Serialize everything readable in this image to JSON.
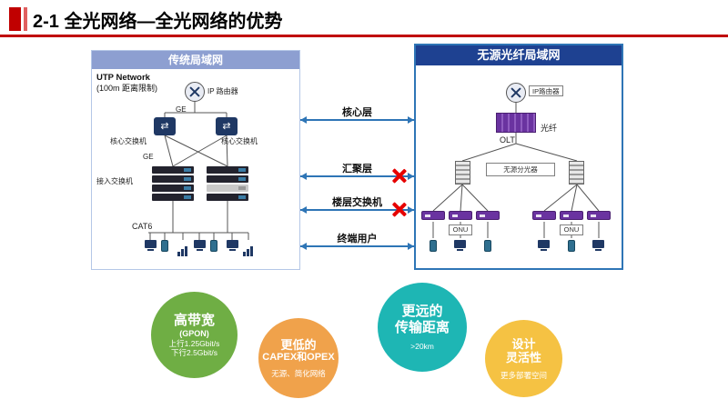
{
  "header": {
    "title": "2-1 全光网络—全光网络的优势"
  },
  "traditional_lan": {
    "header": "传统局域网",
    "utp_line1": "UTP Network",
    "utp_line2": "(100m 距离限制)",
    "router_label": "IP 路由器",
    "ge_top": "GE",
    "core_switch_left": "核心交换机",
    "core_switch_right": "核心交换机",
    "ge_mid": "GE",
    "access_switch": "接入交换机",
    "cable": "CAT6"
  },
  "pol_lan": {
    "header": "无源光纤局域网",
    "router_label": "IP路由器",
    "olt": "OLT",
    "fiber": "光纤",
    "splitter": "无源分光器",
    "onu_left": "ONU",
    "onu_right": "ONU"
  },
  "comparison": {
    "rows": [
      {
        "label": "核心层",
        "crossed": false
      },
      {
        "label": "汇聚层",
        "crossed": true
      },
      {
        "label": "楼层交换机",
        "crossed": true
      },
      {
        "label": "终端用户",
        "crossed": false
      }
    ]
  },
  "benefits": [
    {
      "line1": "高带宽",
      "line2": "(GPON)",
      "line3": "上行1.25Gbit/s",
      "line4": "下行2.5Gbit/s",
      "color": "#6fae44"
    },
    {
      "line1": "更低的",
      "line2": "CAPEX和OPEX",
      "line3": "无源、简化网络",
      "color": "#f0a24b"
    },
    {
      "line1": "更远的",
      "line2": "传输距离",
      "line3": ">20km",
      "color": "#1eb6b4"
    },
    {
      "line1": "设计",
      "line2": "灵活性",
      "line3": "更多部署空间",
      "color": "#f5c243"
    }
  ],
  "colors": {
    "accent_red": "#c00000",
    "traditional_header_bg": "#8d9fd1",
    "pol_header_bg": "#1e4191",
    "arrow_blue": "#2e75b6",
    "cross_red": "#e60000",
    "device_navy": "#1f3864",
    "optical_purple": "#6a33a0"
  }
}
